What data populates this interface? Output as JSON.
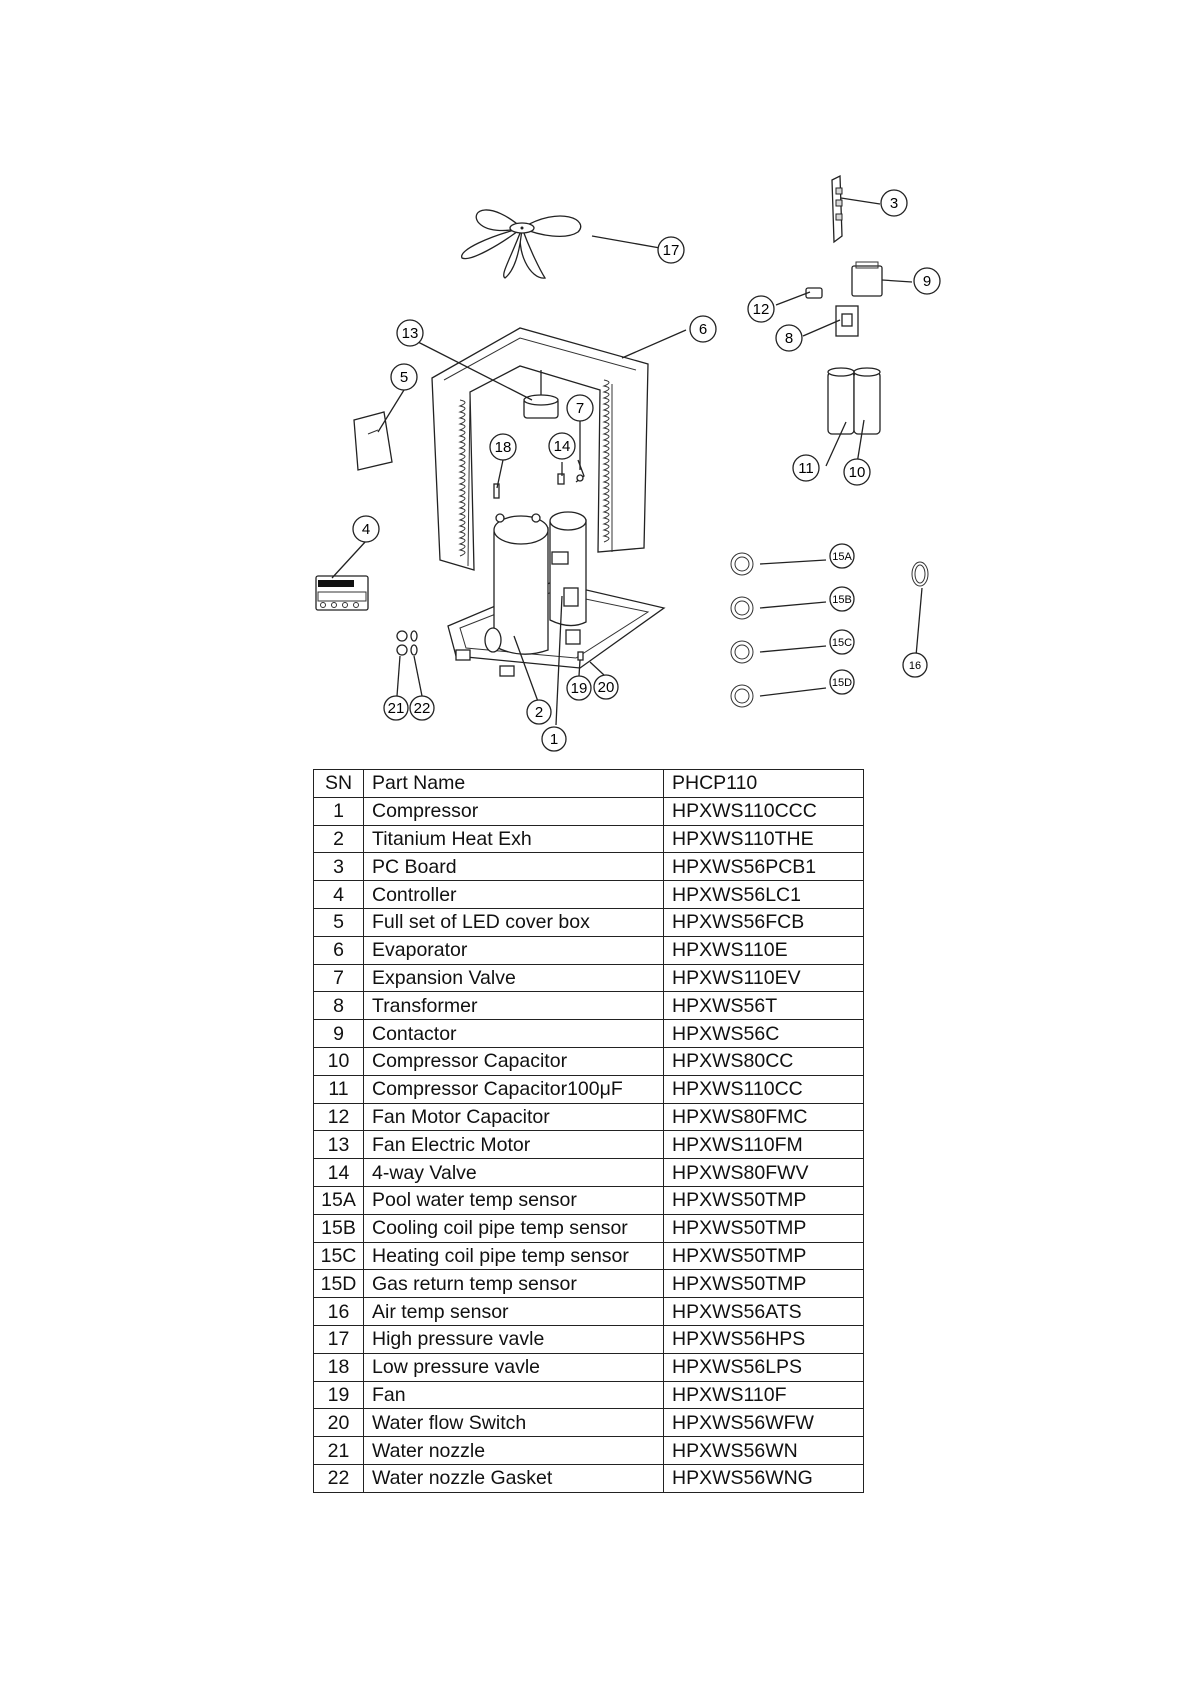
{
  "callouts": [
    {
      "id": "1",
      "label": "1"
    },
    {
      "id": "2",
      "label": "2"
    },
    {
      "id": "3",
      "label": "3"
    },
    {
      "id": "4",
      "label": "4"
    },
    {
      "id": "5",
      "label": "5"
    },
    {
      "id": "6",
      "label": "6"
    },
    {
      "id": "7",
      "label": "7"
    },
    {
      "id": "8",
      "label": "8"
    },
    {
      "id": "9",
      "label": "9"
    },
    {
      "id": "10",
      "label": "10"
    },
    {
      "id": "11",
      "label": "11"
    },
    {
      "id": "12",
      "label": "12"
    },
    {
      "id": "13",
      "label": "13"
    },
    {
      "id": "14",
      "label": "14"
    },
    {
      "id": "15a",
      "label": "15A"
    },
    {
      "id": "15b",
      "label": "15B"
    },
    {
      "id": "15c",
      "label": "15C"
    },
    {
      "id": "15d",
      "label": "15D"
    },
    {
      "id": "16",
      "label": "16"
    },
    {
      "id": "17",
      "label": "17"
    },
    {
      "id": "18",
      "label": "18"
    },
    {
      "id": "19",
      "label": "19"
    },
    {
      "id": "20",
      "label": "20"
    },
    {
      "id": "21",
      "label": "21"
    },
    {
      "id": "22",
      "label": "22"
    }
  ],
  "table": {
    "headers": [
      "SN",
      "Part Name",
      "PHCP110"
    ],
    "rows": [
      [
        "1",
        "Compressor",
        "HPXWS110CCC"
      ],
      [
        "2",
        "Titanium Heat Exh",
        "HPXWS110THE"
      ],
      [
        "3",
        "PC Board",
        "HPXWS56PCB1"
      ],
      [
        "4",
        "Controller",
        "HPXWS56LC1"
      ],
      [
        "5",
        "Full set of LED cover box",
        "HPXWS56FCB"
      ],
      [
        "6",
        "Evaporator",
        "HPXWS110E"
      ],
      [
        "7",
        "Expansion Valve",
        "HPXWS110EV"
      ],
      [
        "8",
        "Transformer",
        "HPXWS56T"
      ],
      [
        "9",
        " Contactor",
        "HPXWS56C"
      ],
      [
        "10",
        "Compressor Capacitor",
        "HPXWS80CC"
      ],
      [
        "11",
        "Compressor Capacitor100μF",
        "HPXWS110CC"
      ],
      [
        "12",
        "Fan Motor Capacitor",
        "HPXWS80FMC"
      ],
      [
        "13",
        "Fan Electric Motor",
        "HPXWS110FM"
      ],
      [
        "14",
        "4-way Valve",
        "HPXWS80FWV"
      ],
      [
        "15A",
        "Pool water temp sensor",
        "HPXWS50TMP"
      ],
      [
        "15B",
        "Cooling coil pipe temp sensor",
        "HPXWS50TMP"
      ],
      [
        "15C",
        "Heating coil pipe temp sensor",
        "HPXWS50TMP"
      ],
      [
        "15D",
        "Gas return temp sensor",
        "HPXWS50TMP"
      ],
      [
        "16",
        "Air temp sensor",
        "HPXWS56ATS"
      ],
      [
        "17",
        "High pressure vavle",
        "HPXWS56HPS"
      ],
      [
        "18",
        "Low pressure vavle",
        "HPXWS56LPS"
      ],
      [
        "19",
        "Fan",
        "HPXWS110F"
      ],
      [
        "20",
        "Water flow Switch",
        "HPXWS56WFW"
      ],
      [
        "21",
        "Water nozzle",
        "HPXWS56WN"
      ],
      [
        "22",
        "Water nozzle  Gasket",
        "HPXWS56WNG"
      ]
    ]
  }
}
